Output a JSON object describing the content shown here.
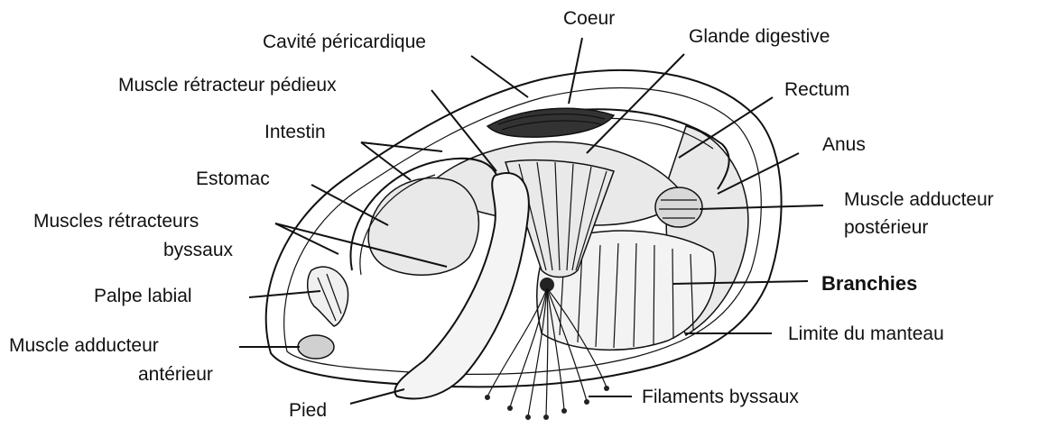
{
  "labels": {
    "coeur": "Coeur",
    "cavite_pericardique": "Cavité péricardique",
    "glande_digestive": "Glande digestive",
    "muscle_retracteur_pedieux": "Muscle rétracteur pédieux",
    "rectum": "Rectum",
    "intestin": "Intestin",
    "anus": "Anus",
    "estomac": "Estomac",
    "muscle_adducteur_posterieur_1": "Muscle adducteur",
    "muscle_adducteur_posterieur_2": "postérieur",
    "muscles_retracteurs_byssaux_1": "Muscles rétracteurs",
    "muscles_retracteurs_byssaux_2": "byssaux",
    "branchies": "Branchies",
    "palpe_labial": "Palpe labial",
    "limite_du_manteau": "Limite du manteau",
    "muscle_adducteur_anterieur_1": "Muscle adducteur",
    "muscle_adducteur_anterieur_2": "antérieur",
    "pied": "Pied",
    "filaments_byssaux": "Filaments byssaux"
  }
}
